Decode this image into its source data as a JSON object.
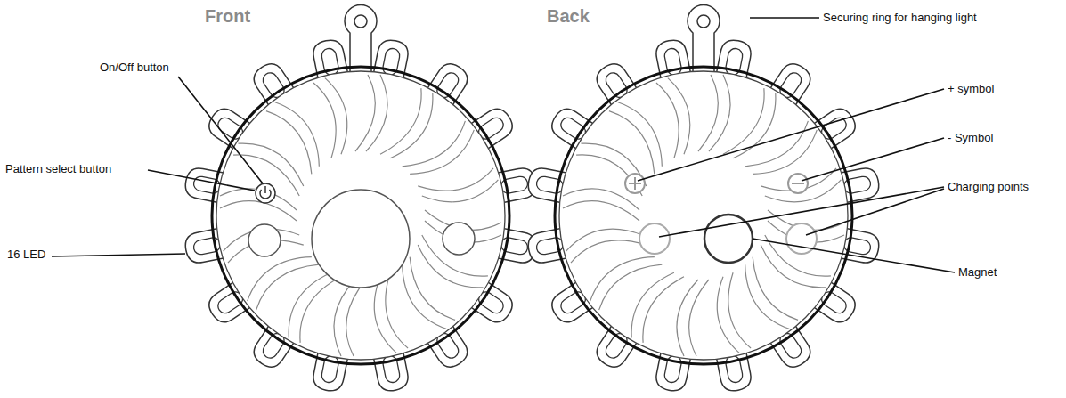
{
  "diagram": {
    "labels": [
      "Front",
      "Back",
      "Securing ring for hanging light",
      "On/Off button",
      "+ symbol",
      "- Symbol",
      "Pattern select button",
      "Charging points",
      "16 LED",
      "Magnet"
    ]
  }
}
